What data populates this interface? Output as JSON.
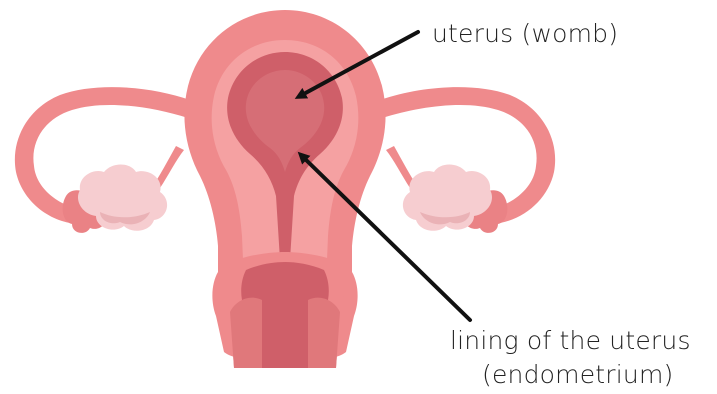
{
  "labels": {
    "uterus": "uterus (womb)",
    "lining_line1": "lining of the uterus",
    "lining_line2": "(endometrium)"
  },
  "colors": {
    "outer_wall": "#ef8a8c",
    "outer_dark": "#e0787b",
    "inner_wall": "#f5a1a2",
    "cavity": "#cf5f69",
    "cavity_light": "#d66e76",
    "ovary": "#f6cdd0",
    "ovary_shadow": "#eab2b6",
    "pointer": "#111111"
  },
  "icons": [
    "uterus-illustration",
    "arrow-pointer"
  ]
}
